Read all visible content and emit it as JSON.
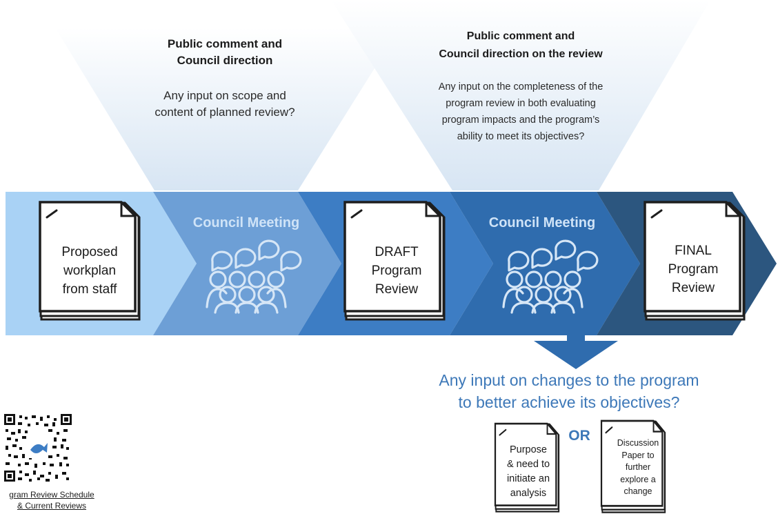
{
  "funnels": {
    "first": {
      "title_line1": "Public comment and",
      "title_line2": "Council direction",
      "body_line1": "Any input on scope and",
      "body_line2": "content of planned review?"
    },
    "second": {
      "title_line1": "Public comment and",
      "title_line2": "Council direction on the review",
      "body_line1": "Any input on the completeness of the",
      "body_line2": "program review in both evaluating",
      "body_line3": "program impacts and the program’s",
      "body_line4": "ability to meet its objectives?"
    }
  },
  "process": {
    "step1": {
      "line1": "Proposed",
      "line2": "workplan",
      "line3": "from staff"
    },
    "meeting1": {
      "label": "Council Meeting"
    },
    "step2": {
      "line1": "DRAFT",
      "line2": "Program",
      "line3": "Review"
    },
    "meeting2": {
      "label": "Council Meeting"
    },
    "step3": {
      "line1": "FINAL",
      "line2": "Program",
      "line3": "Review"
    }
  },
  "outcome": {
    "question_line1": "Any input on changes to the program",
    "question_line2": "to better achieve its objectives?",
    "or_label": "OR",
    "option1": {
      "line1": "Purpose",
      "line2": "& need to",
      "line3": "initiate an",
      "line4": "analysis"
    },
    "option2": {
      "line1": "Discussion",
      "line2": "Paper to",
      "line3": "further",
      "line4": "explore a",
      "line5": "change"
    }
  },
  "qr": {
    "link_line1": "gram Review Schedule",
    "link_line2": "& Current Reviews"
  },
  "colors": {
    "band1": "#a9d2f5",
    "band2": "#6d9fd6",
    "band3": "#3d7dc4",
    "band4": "#2f6cae",
    "band5": "#2c567f",
    "question_text": "#3d78b8",
    "meeting_label": "#cfe3f7"
  }
}
